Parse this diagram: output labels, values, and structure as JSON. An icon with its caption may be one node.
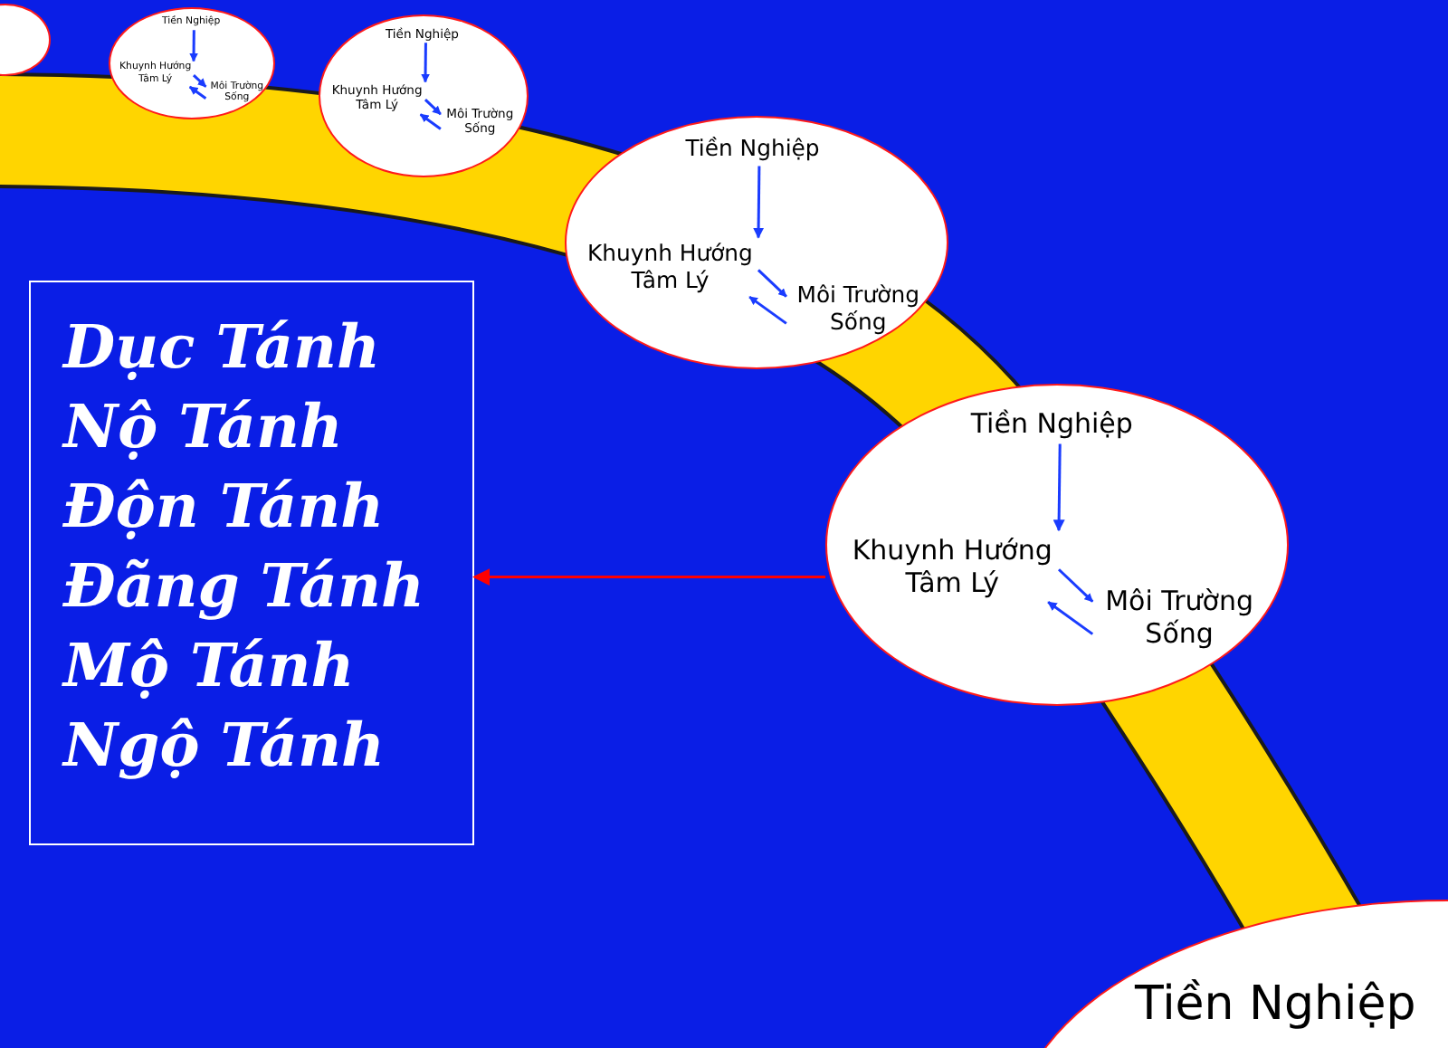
{
  "diagram": {
    "nodes": [
      {
        "text": [],
        "shape": "circle"
      },
      {
        "text": [],
        "shape": "circle"
      },
      {
        "text": [
          "Tiền Nghiệp"
        ],
        "in": 1
      },
      {
        "text": [
          "Khuynh Hướng Tâm Lý"
        ],
        "in": 1
      },
      {
        "text": [
          "Môi Trường Sống"
        ],
        "in": 1
      },
      {
        "text": [],
        "shape": "circle"
      },
      {
        "text": [
          "Tiền Nghiệp"
        ],
        "in": 5
      },
      {
        "text": [
          "Khuynh Hướng Tâm Lý"
        ],
        "in": 5
      },
      {
        "text": [
          "Môi Trường Sống"
        ],
        "in": 5
      },
      {
        "text": [],
        "shape": "circle"
      },
      {
        "text": [
          "Tiền Nghiệp"
        ],
        "in": 9
      },
      {
        "text": [
          "Khuynh Hướng Tâm Lý"
        ],
        "in": 9
      },
      {
        "text": [
          "Môi Trường Sống"
        ],
        "in": 9
      },
      {
        "text": [],
        "shape": "circle"
      },
      {
        "text": [
          "Tiền Nghiệp"
        ],
        "in": 13
      },
      {
        "text": [
          "Khuynh Hướng Tâm Lý"
        ],
        "in": 13
      },
      {
        "text": [
          "Môi Trường Sống"
        ],
        "in": 13
      },
      {
        "text": [
          "Tiền Nghiệp"
        ]
      },
      {
        "text": [
          "Dục Tánh",
          "Nộ Tánh",
          "Độn Tánh",
          "Đãng Tánh",
          "Mộ Tánh",
          "Ngộ Tánh"
        ]
      }
    ],
    "edges": [
      {
        "from": 2,
        "to": 3,
        "arrow": "to"
      },
      {
        "from": 3,
        "to": 4,
        "arrow": "to"
      },
      {
        "from": 4,
        "to": 3,
        "arrow": "to"
      },
      {
        "from": 6,
        "to": 7,
        "arrow": "to"
      },
      {
        "from": 7,
        "to": 8,
        "arrow": "to"
      },
      {
        "from": 8,
        "to": 7,
        "arrow": "to"
      },
      {
        "from": 10,
        "to": 11,
        "arrow": "to"
      },
      {
        "from": 11,
        "to": 12,
        "arrow": "to"
      },
      {
        "from": 12,
        "to": 11,
        "arrow": "to"
      },
      {
        "from": 14,
        "to": 15,
        "arrow": "to"
      },
      {
        "from": 15,
        "to": 16,
        "arrow": "to"
      },
      {
        "from": 16,
        "to": 15,
        "arrow": "to"
      },
      {
        "from": 13,
        "to": 18,
        "arrow": "to",
        "color": "#ff0000"
      }
    ]
  }
}
